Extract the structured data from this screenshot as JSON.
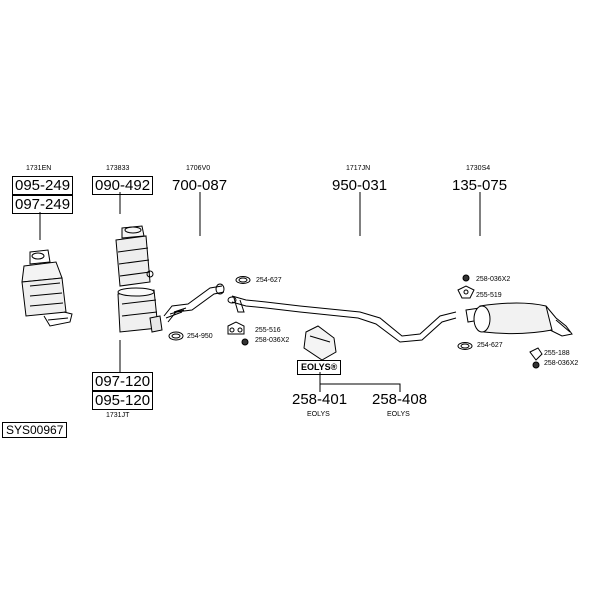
{
  "diagram_id": "SYS00967",
  "col1": {
    "ref": "1731EN",
    "parts": [
      "095-249",
      "097-249"
    ]
  },
  "col2": {
    "ref": "173833",
    "part": "090-492",
    "bottom_parts": [
      "097-120",
      "095-120"
    ],
    "bottom_ref": "1731JT"
  },
  "col3": {
    "ref": "1706V0",
    "part": "700-087"
  },
  "col4": {
    "ref": "1717JN",
    "part": "950-031"
  },
  "col5": {
    "ref": "1730S4",
    "part": "135-075"
  },
  "small_parts": {
    "p254_627_a": "254-627",
    "p254_950": "254-950",
    "p255_516": "255-516",
    "p258_036x2_a": "258-036X2",
    "p258_036x2_b": "258-036X2",
    "p255_519": "255-519",
    "p254_627_b": "254-627",
    "p255_188": "255-188",
    "p258_036x2_c": "258-036X2"
  },
  "eolys": {
    "badge": "EOLYS®",
    "part_a": "258-401",
    "part_b": "258-408",
    "label_a": "EOLYS",
    "label_b": "EOLYS"
  }
}
